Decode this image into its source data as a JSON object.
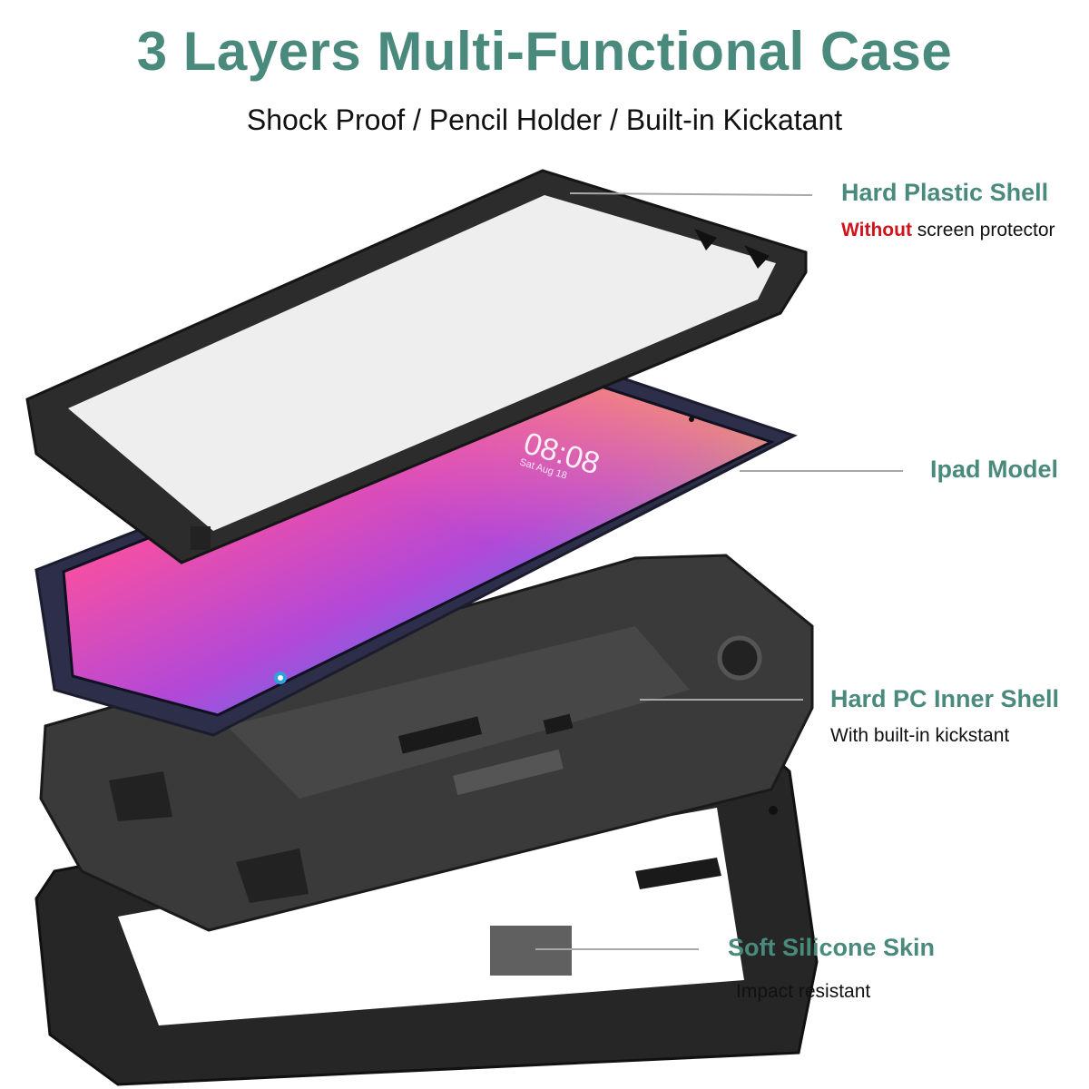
{
  "header": {
    "title": "3 Layers Multi-Functional Case",
    "subtitle": "Shock Proof / Pencil Holder / Built-in Kickatant"
  },
  "callouts": {
    "hard_plastic_shell": {
      "title": "Hard Plastic Shell",
      "highlight": "Without",
      "desc": " screen protector"
    },
    "ipad_model": {
      "title": "Ipad Model"
    },
    "hard_pc_inner_shell": {
      "title": "Hard PC Inner Shell",
      "desc": "With built-in kickstant"
    },
    "soft_silicone_skin": {
      "title": "Soft Silicone Skin",
      "desc": "Impact resistant"
    }
  },
  "tablet_screen": {
    "time": "08:08",
    "date": "Sat Aug 18"
  },
  "colors": {
    "accent": "#4a8a7c",
    "warning": "#d0141c",
    "case_black": "#2b2b2b",
    "leader_line": "#a8a8a8"
  },
  "icons": [
    "camera-icon"
  ]
}
